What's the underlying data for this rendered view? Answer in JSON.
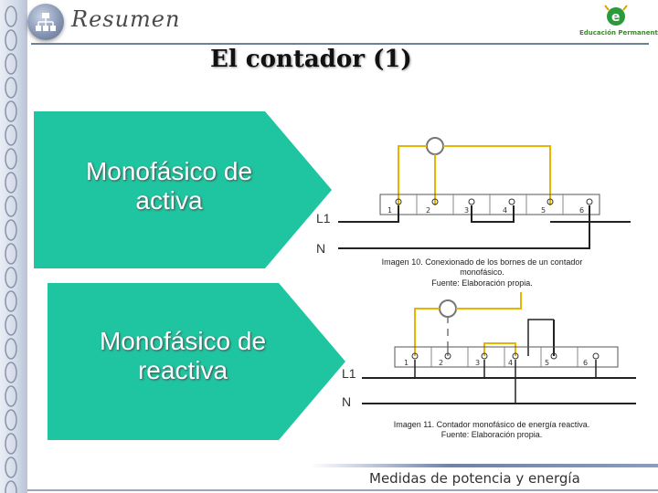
{
  "header": {
    "section": "Resumen",
    "brand": "Educación Permanente"
  },
  "title": "El contador (1)",
  "panels": [
    {
      "label_line1": "Monofásico de",
      "label_line2": "activa"
    },
    {
      "label_line1": "Monofásico de",
      "label_line2": "reactiva"
    }
  ],
  "diagram1": {
    "line_label": "L1",
    "neutral_label": "N",
    "terminals": [
      "1",
      "2",
      "3",
      "4",
      "5",
      "6"
    ],
    "caption_line1": "Imagen 10. Conexionado de los bornes de un contador",
    "caption_line2": "monofásico.",
    "caption_line3": "Fuente: Elaboración propia."
  },
  "diagram2": {
    "line_label": "L1",
    "neutral_label": "N",
    "terminals": [
      "1",
      "2",
      "3",
      "4",
      "5",
      "6"
    ],
    "caption_line1": "Imagen 11. Contador monofásico de energía reactiva.",
    "caption_line2": "Fuente: Elaboración propia."
  },
  "footer": {
    "text": "Medidas de potencia y energía"
  },
  "colors": {
    "accent": "#1fc5a0",
    "wire_yellow": "#e8b400",
    "wire_dark": "#222222"
  }
}
